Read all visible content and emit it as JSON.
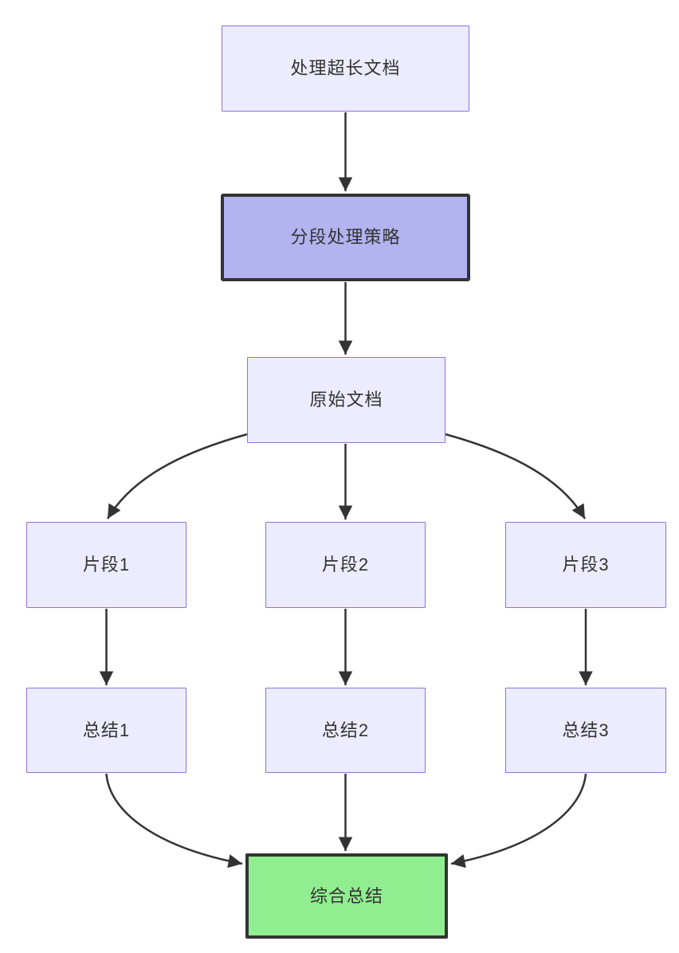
{
  "diagram": {
    "type": "flowchart",
    "direction": "top-down",
    "nodes": {
      "title": {
        "label": "处理超长文档",
        "style": "default"
      },
      "strategy": {
        "label": "分段处理策略",
        "style": "emphasis"
      },
      "original": {
        "label": "原始文档",
        "style": "default"
      },
      "fragment1": {
        "label": "片段1",
        "style": "default"
      },
      "fragment2": {
        "label": "片段2",
        "style": "default"
      },
      "fragment3": {
        "label": "片段3",
        "style": "default"
      },
      "summary1": {
        "label": "总结1",
        "style": "default"
      },
      "summary2": {
        "label": "总结2",
        "style": "default"
      },
      "summary3": {
        "label": "总结3",
        "style": "default"
      },
      "final": {
        "label": "综合总结",
        "style": "final"
      }
    },
    "edges": [
      {
        "from": "处理超长文档",
        "to": "分段处理策略"
      },
      {
        "from": "分段处理策略",
        "to": "原始文档"
      },
      {
        "from": "原始文档",
        "to": "片段1"
      },
      {
        "from": "原始文档",
        "to": "片段2"
      },
      {
        "from": "原始文档",
        "to": "片段3"
      },
      {
        "from": "片段1",
        "to": "总结1"
      },
      {
        "from": "片段2",
        "to": "总结2"
      },
      {
        "from": "片段3",
        "to": "总结3"
      },
      {
        "from": "总结1",
        "to": "综合总结"
      },
      {
        "from": "总结2",
        "to": "综合总结"
      },
      {
        "from": "总结3",
        "to": "综合总结"
      }
    ],
    "colors": {
      "node_fill": "#ECECFF",
      "node_border": "#9370DB",
      "emphasis_fill": "#B3B3F0",
      "emphasis_border": "#333333",
      "final_fill": "#90EE90",
      "final_border": "#333333",
      "edge": "#333333",
      "text": "#333333"
    }
  }
}
